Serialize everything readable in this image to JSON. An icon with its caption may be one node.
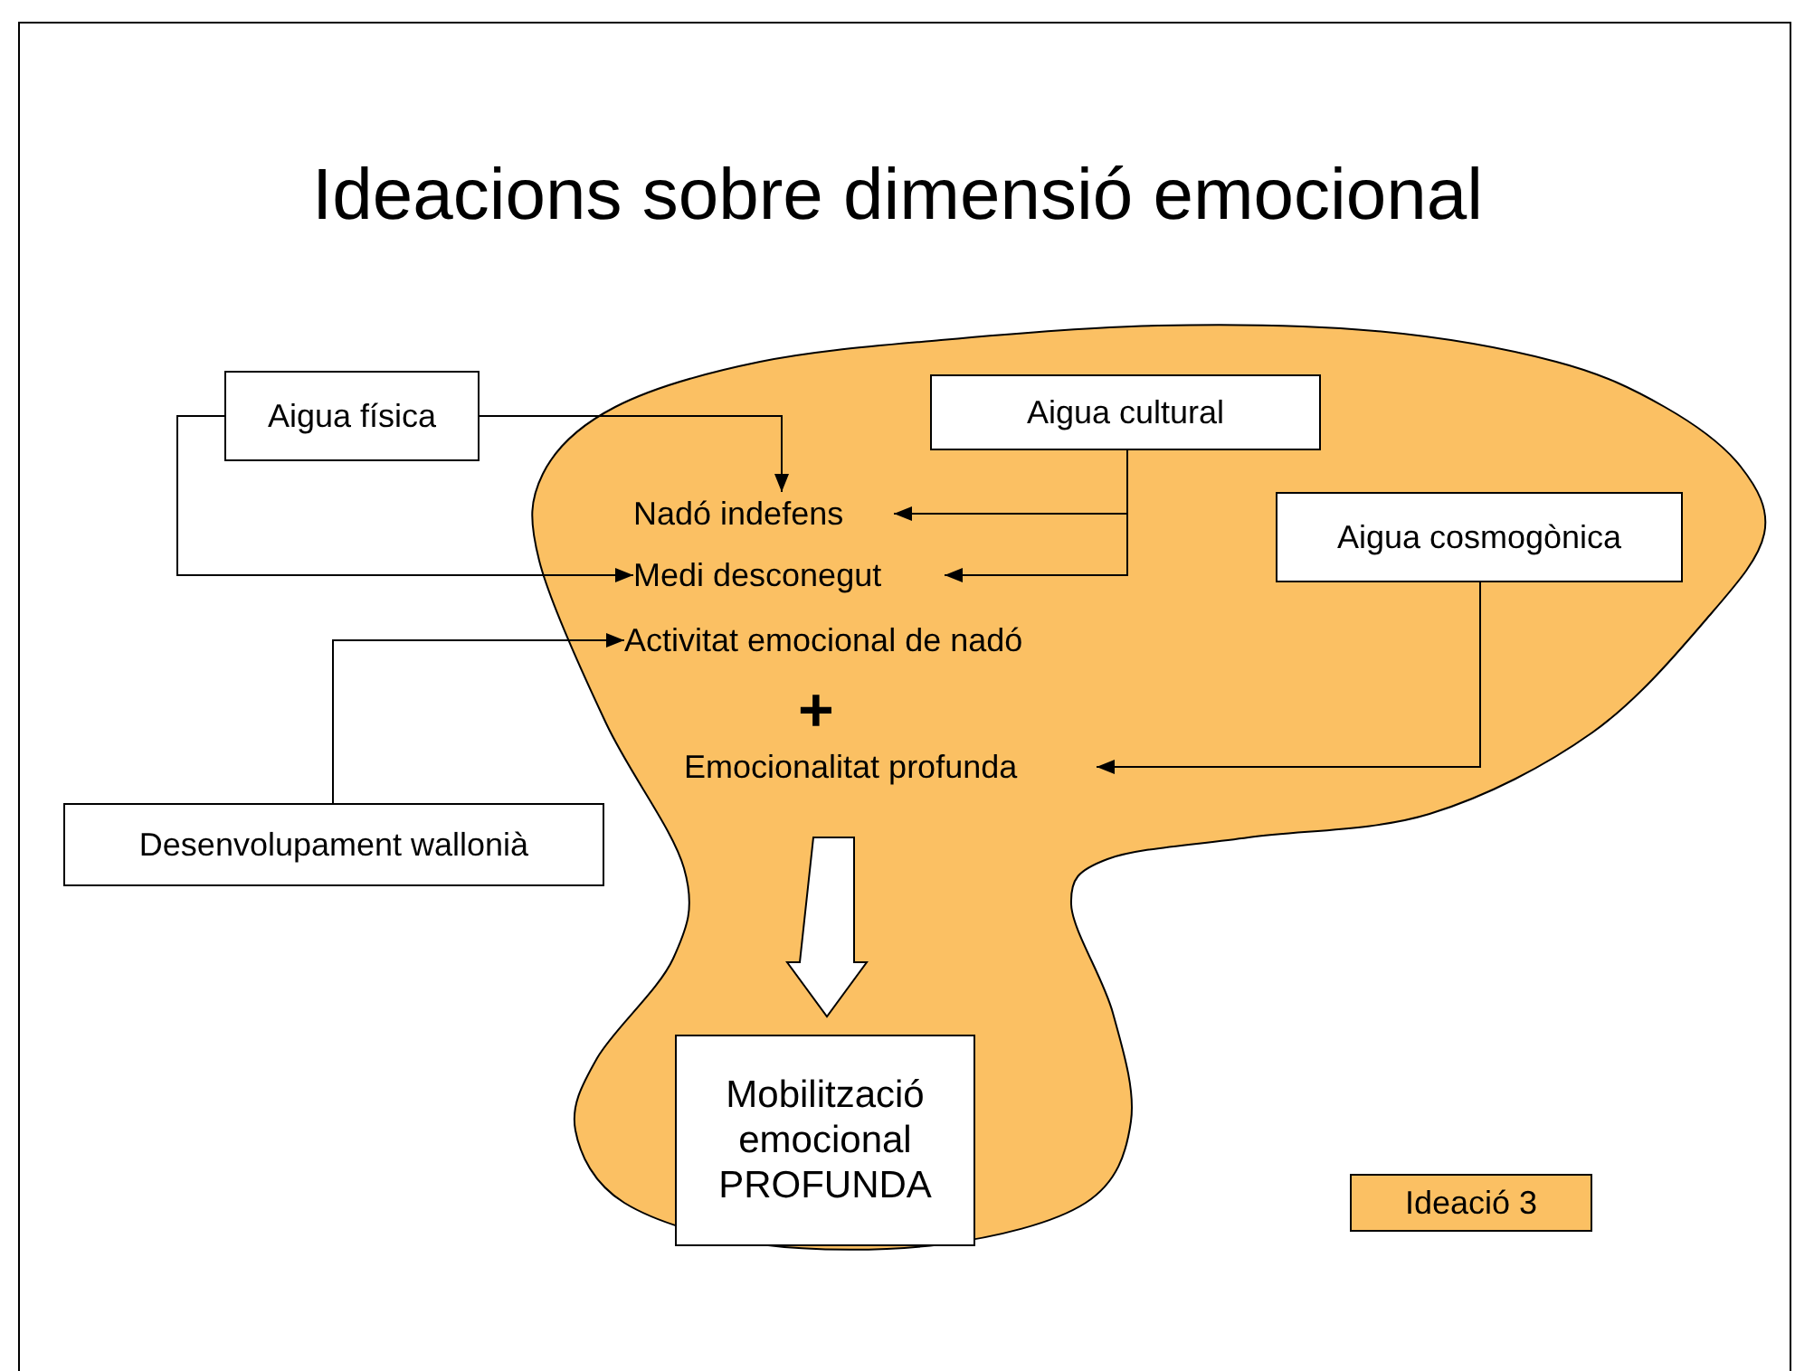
{
  "diagram": {
    "title": "Ideacions sobre dimensió emocional",
    "nodes": [
      {
        "text": [
          "Aigua física"
        ]
      },
      {
        "text": [
          "Aigua cultural"
        ]
      },
      {
        "text": [
          "Nadó indefens"
        ]
      },
      {
        "text": [
          "Medi desconegut"
        ]
      },
      {
        "text": [
          "Aigua cosmogònica"
        ]
      },
      {
        "text": [
          "Activitat emocional de nadó"
        ]
      },
      {
        "text": [
          "Emocionalitat profunda"
        ]
      },
      {
        "text": [
          "Desenvolupament wallonià"
        ]
      },
      {
        "text": [
          "Mobilització emocional PROFUNDA"
        ]
      },
      {
        "text": [
          "Ideació 3"
        ]
      }
    ],
    "edges": [
      {
        "from": 0,
        "to": 2,
        "arrow": "to"
      },
      {
        "from": 0,
        "to": 3,
        "arrow": "to"
      },
      {
        "from": 1,
        "to": 2,
        "arrow": "to"
      },
      {
        "from": 1,
        "to": 3,
        "arrow": "to"
      },
      {
        "from": 4,
        "to": 6,
        "arrow": "to"
      },
      {
        "from": 7,
        "to": 5,
        "arrow": "to"
      },
      {
        "from": 6,
        "to": 8,
        "arrow": "to",
        "style": "thick"
      }
    ],
    "labels": [
      "+"
    ]
  }
}
